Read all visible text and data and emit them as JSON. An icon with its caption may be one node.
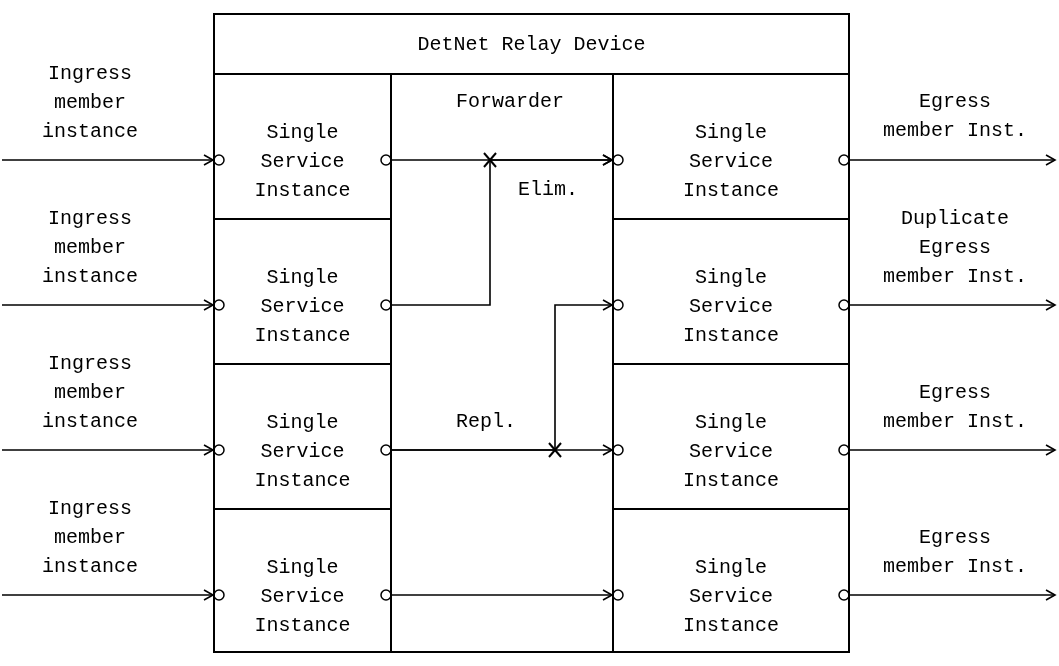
{
  "diagram": {
    "nodes": [
      {
        "text": [
          "DetNet Relay Device"
        ]
      },
      {
        "text": [
          "Single Service Instance"
        ],
        "in": 0
      },
      {
        "text": [
          "Single Service Instance"
        ],
        "in": 0
      },
      {
        "text": [
          "Single Service Instance"
        ],
        "in": 0
      },
      {
        "text": [
          "Single Service Instance"
        ],
        "in": 0
      },
      {
        "text": [
          "Single Service Instance"
        ],
        "in": 0
      },
      {
        "text": [
          "Single Service Instance"
        ],
        "in": 0
      },
      {
        "text": [
          "Single Service Instance"
        ],
        "in": 0
      },
      {
        "text": [
          "Single Service Instance"
        ],
        "in": 0
      }
    ],
    "edges": [
      {
        "from": null,
        "to": 1,
        "arrow": "to"
      },
      {
        "from": null,
        "to": 3,
        "arrow": "to"
      },
      {
        "from": null,
        "to": 5,
        "arrow": "to"
      },
      {
        "from": null,
        "to": 7,
        "arrow": "to"
      },
      {
        "from": 1,
        "to": 2,
        "arrow": "to"
      },
      {
        "from": 3,
        "to": 2,
        "arrow": "to"
      },
      {
        "from": 5,
        "to": 6,
        "arrow": "to"
      },
      {
        "from": 5,
        "to": 4,
        "arrow": "to"
      },
      {
        "from": 7,
        "to": 8,
        "arrow": "to"
      },
      {
        "from": 2,
        "to": null,
        "arrow": "to"
      },
      {
        "from": 4,
        "to": null,
        "arrow": "to"
      },
      {
        "from": 6,
        "to": null,
        "arrow": "to"
      },
      {
        "from": 8,
        "to": null,
        "arrow": "to"
      }
    ],
    "labels": [
      "Ingress member instance",
      "Forwarder",
      "Egress member Inst.",
      "Elim.",
      "Ingress member instance",
      "Duplicate Egress member Inst.",
      "Ingress member instance",
      "Repl.",
      "Egress member Inst.",
      "Ingress member instance",
      "Egress member Inst."
    ]
  }
}
